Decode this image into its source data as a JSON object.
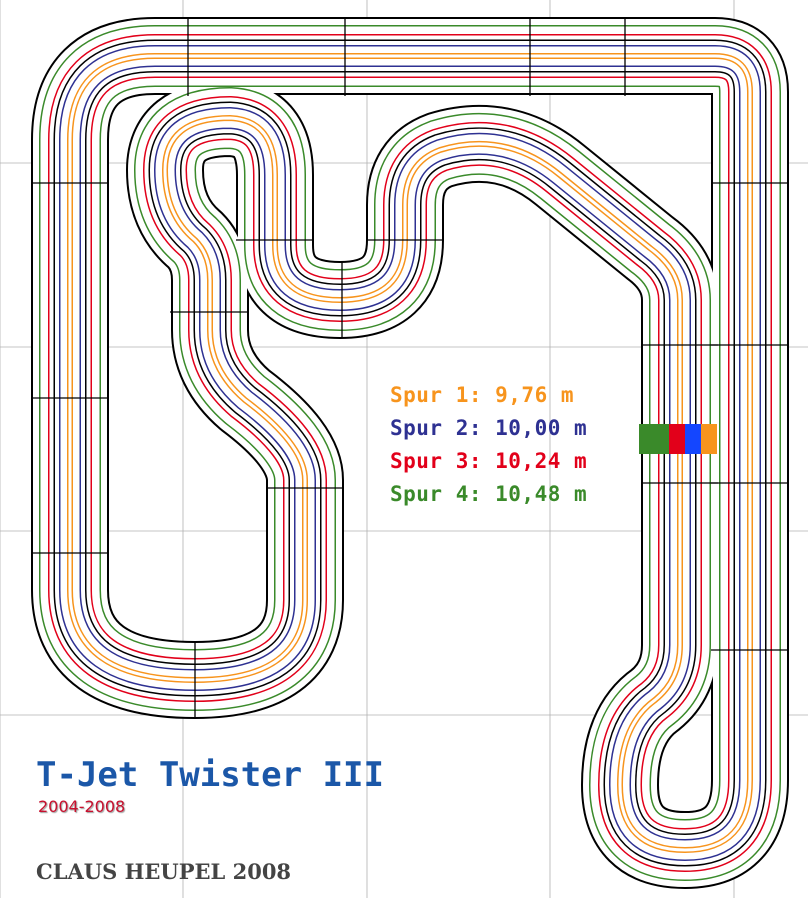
{
  "colors": {
    "lane1": "#f7941d",
    "lane2": "#2e3192",
    "lane3": "#e2001a",
    "lane4": "#3a8a2a",
    "grid": "#b0b0b0",
    "track_border": "#000000",
    "title": "#1b57a8",
    "years": "#c8102e",
    "author": "#444444"
  },
  "legend": {
    "lane1": "Spur 1: 9,76 m",
    "lane2": "Spur 2: 10,00 m",
    "lane3": "Spur 3: 10,24 m",
    "lane4": "Spur 4: 10,48 m"
  },
  "title": "T-Jet Twister III",
  "years": "2004-2008",
  "author": "CLAUS HEUPEL 2008"
}
